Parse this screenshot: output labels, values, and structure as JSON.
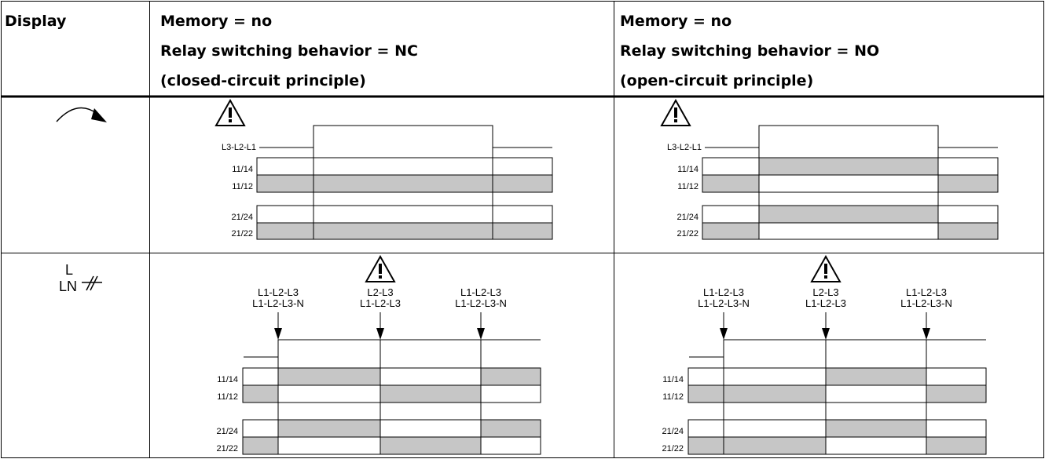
{
  "header": {
    "display": "Display",
    "nc": [
      "Memory = no",
      "Relay switching behavior = NC",
      "(closed-circuit principle)"
    ],
    "no": [
      "Memory = no",
      "Relay switching behavior = NO",
      "(open-circuit principle)"
    ]
  },
  "row1": {
    "display_icon": "rotation-arrow-icon",
    "signal_label": "L3-L2-L1",
    "nc": {
      "contacts": [
        {
          "label": "11/14",
          "states": [
            0,
            0,
            0
          ]
        },
        {
          "label": "11/12",
          "states": [
            1,
            1,
            1
          ]
        },
        {
          "label": "21/24",
          "states": [
            0,
            0,
            0
          ]
        },
        {
          "label": "21/22",
          "states": [
            1,
            1,
            1
          ]
        }
      ]
    },
    "no": {
      "contacts": [
        {
          "label": "11/14",
          "states": [
            0,
            1,
            0
          ]
        },
        {
          "label": "11/12",
          "states": [
            1,
            0,
            1
          ]
        },
        {
          "label": "21/24",
          "states": [
            0,
            1,
            0
          ]
        },
        {
          "label": "21/22",
          "states": [
            1,
            0,
            1
          ]
        }
      ]
    }
  },
  "row2": {
    "display_symbol": {
      "l": "L",
      "ln": "LN"
    },
    "display_icon": "phase-interruption-icon",
    "phase_labels": [
      [
        "L1-L2-L3",
        "L1-L2-L3-N"
      ],
      [
        "L2-L3",
        "L1-L2-L3"
      ],
      [
        "L1-L2-L3",
        "L1-L2-L3-N"
      ]
    ],
    "nc": {
      "contacts": [
        {
          "label": "11/14",
          "states": [
            0,
            1,
            0,
            1
          ]
        },
        {
          "label": "11/12",
          "states": [
            1,
            0,
            1,
            0
          ]
        },
        {
          "label": "21/24",
          "states": [
            0,
            1,
            0,
            1
          ]
        },
        {
          "label": "21/22",
          "states": [
            1,
            0,
            1,
            0
          ]
        }
      ]
    },
    "no": {
      "contacts": [
        {
          "label": "11/14",
          "states": [
            0,
            0,
            1,
            0
          ]
        },
        {
          "label": "11/12",
          "states": [
            1,
            1,
            0,
            1
          ]
        },
        {
          "label": "21/24",
          "states": [
            0,
            0,
            1,
            0
          ]
        },
        {
          "label": "21/22",
          "states": [
            1,
            1,
            0,
            1
          ]
        }
      ]
    }
  },
  "colors": {
    "on": "#c6c6c6",
    "off": "#ffffff",
    "line": "#000000"
  }
}
